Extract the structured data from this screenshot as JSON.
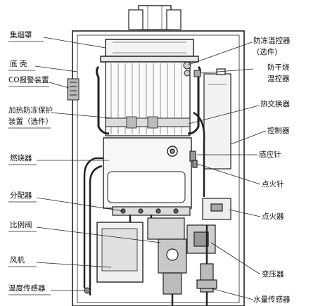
{
  "labels_left": [
    {
      "id": "hood",
      "text": "集烟罩"
    },
    {
      "id": "base",
      "text": "底  壳"
    },
    {
      "id": "co",
      "text": "CO报警装置"
    },
    {
      "id": "antifreeze1",
      "text": "加热防冻保护"
    },
    {
      "id": "antifreeze2",
      "text": "装置（选件）"
    },
    {
      "id": "burner",
      "text": "燃烧器"
    },
    {
      "id": "distributor",
      "text": "分配器"
    },
    {
      "id": "propvalve",
      "text": "比例阀"
    },
    {
      "id": "fan",
      "text": "风机"
    },
    {
      "id": "tempsensor",
      "text": "温度传感器"
    }
  ],
  "labels_right": [
    {
      "id": "antifreeze_thermo1",
      "text": "防冻温控器"
    },
    {
      "id": "antifreeze_thermo2",
      "text": "(选件)"
    },
    {
      "id": "dryburn1",
      "text": "防干烧"
    },
    {
      "id": "dryburn2",
      "text": "温控器"
    },
    {
      "id": "heatex",
      "text": "热交换器"
    },
    {
      "id": "controller",
      "text": "控制器"
    },
    {
      "id": "sensepin",
      "text": "感应针"
    },
    {
      "id": "ignpin",
      "text": "点火针"
    },
    {
      "id": "igniter",
      "text": "点火器"
    },
    {
      "id": "transformer",
      "text": "变压器"
    },
    {
      "id": "flowsensor",
      "text": "水量传感器"
    }
  ]
}
